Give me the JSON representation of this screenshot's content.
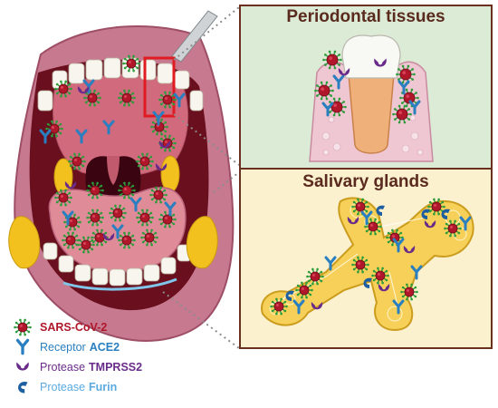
{
  "panels": {
    "periodontal": {
      "title": "Periodontal tissues",
      "bg": "#dcebd6"
    },
    "salivary": {
      "title": "Salivary glands",
      "bg": "#fbf1cf"
    }
  },
  "legend": [
    {
      "icon": "virus-icon",
      "prefix": "",
      "term": "SARS-CoV-2",
      "prefix_color": "#b0172a",
      "term_color": "#b0172a"
    },
    {
      "icon": "ace2-receptor-icon",
      "prefix": "Receptor",
      "term": "ACE2",
      "prefix_color": "#2a7fc0",
      "term_color": "#2a7fc0"
    },
    {
      "icon": "tmprss2-protease-icon",
      "prefix": "Protease",
      "term": "TMPRSS2",
      "prefix_color": "#6a2c8a",
      "term_color": "#6a2c8a"
    },
    {
      "icon": "furin-protease-icon",
      "prefix": "Protease",
      "term": "Furin",
      "prefix_color": "#5aa9e0",
      "term_color": "#5aa9e0"
    }
  ],
  "colors": {
    "virus": "#b0172a",
    "virus_spike": "#2d9b3a",
    "ace2": "#2a7fc0",
    "tmprss2": "#6a2c8a",
    "furin": "#1d5fa0",
    "highlight_box": "#e01b22",
    "panel_border": "#6b3020",
    "gum": "#d98a9c",
    "tongue": "#e08b98",
    "gland": "#f2c11e"
  }
}
